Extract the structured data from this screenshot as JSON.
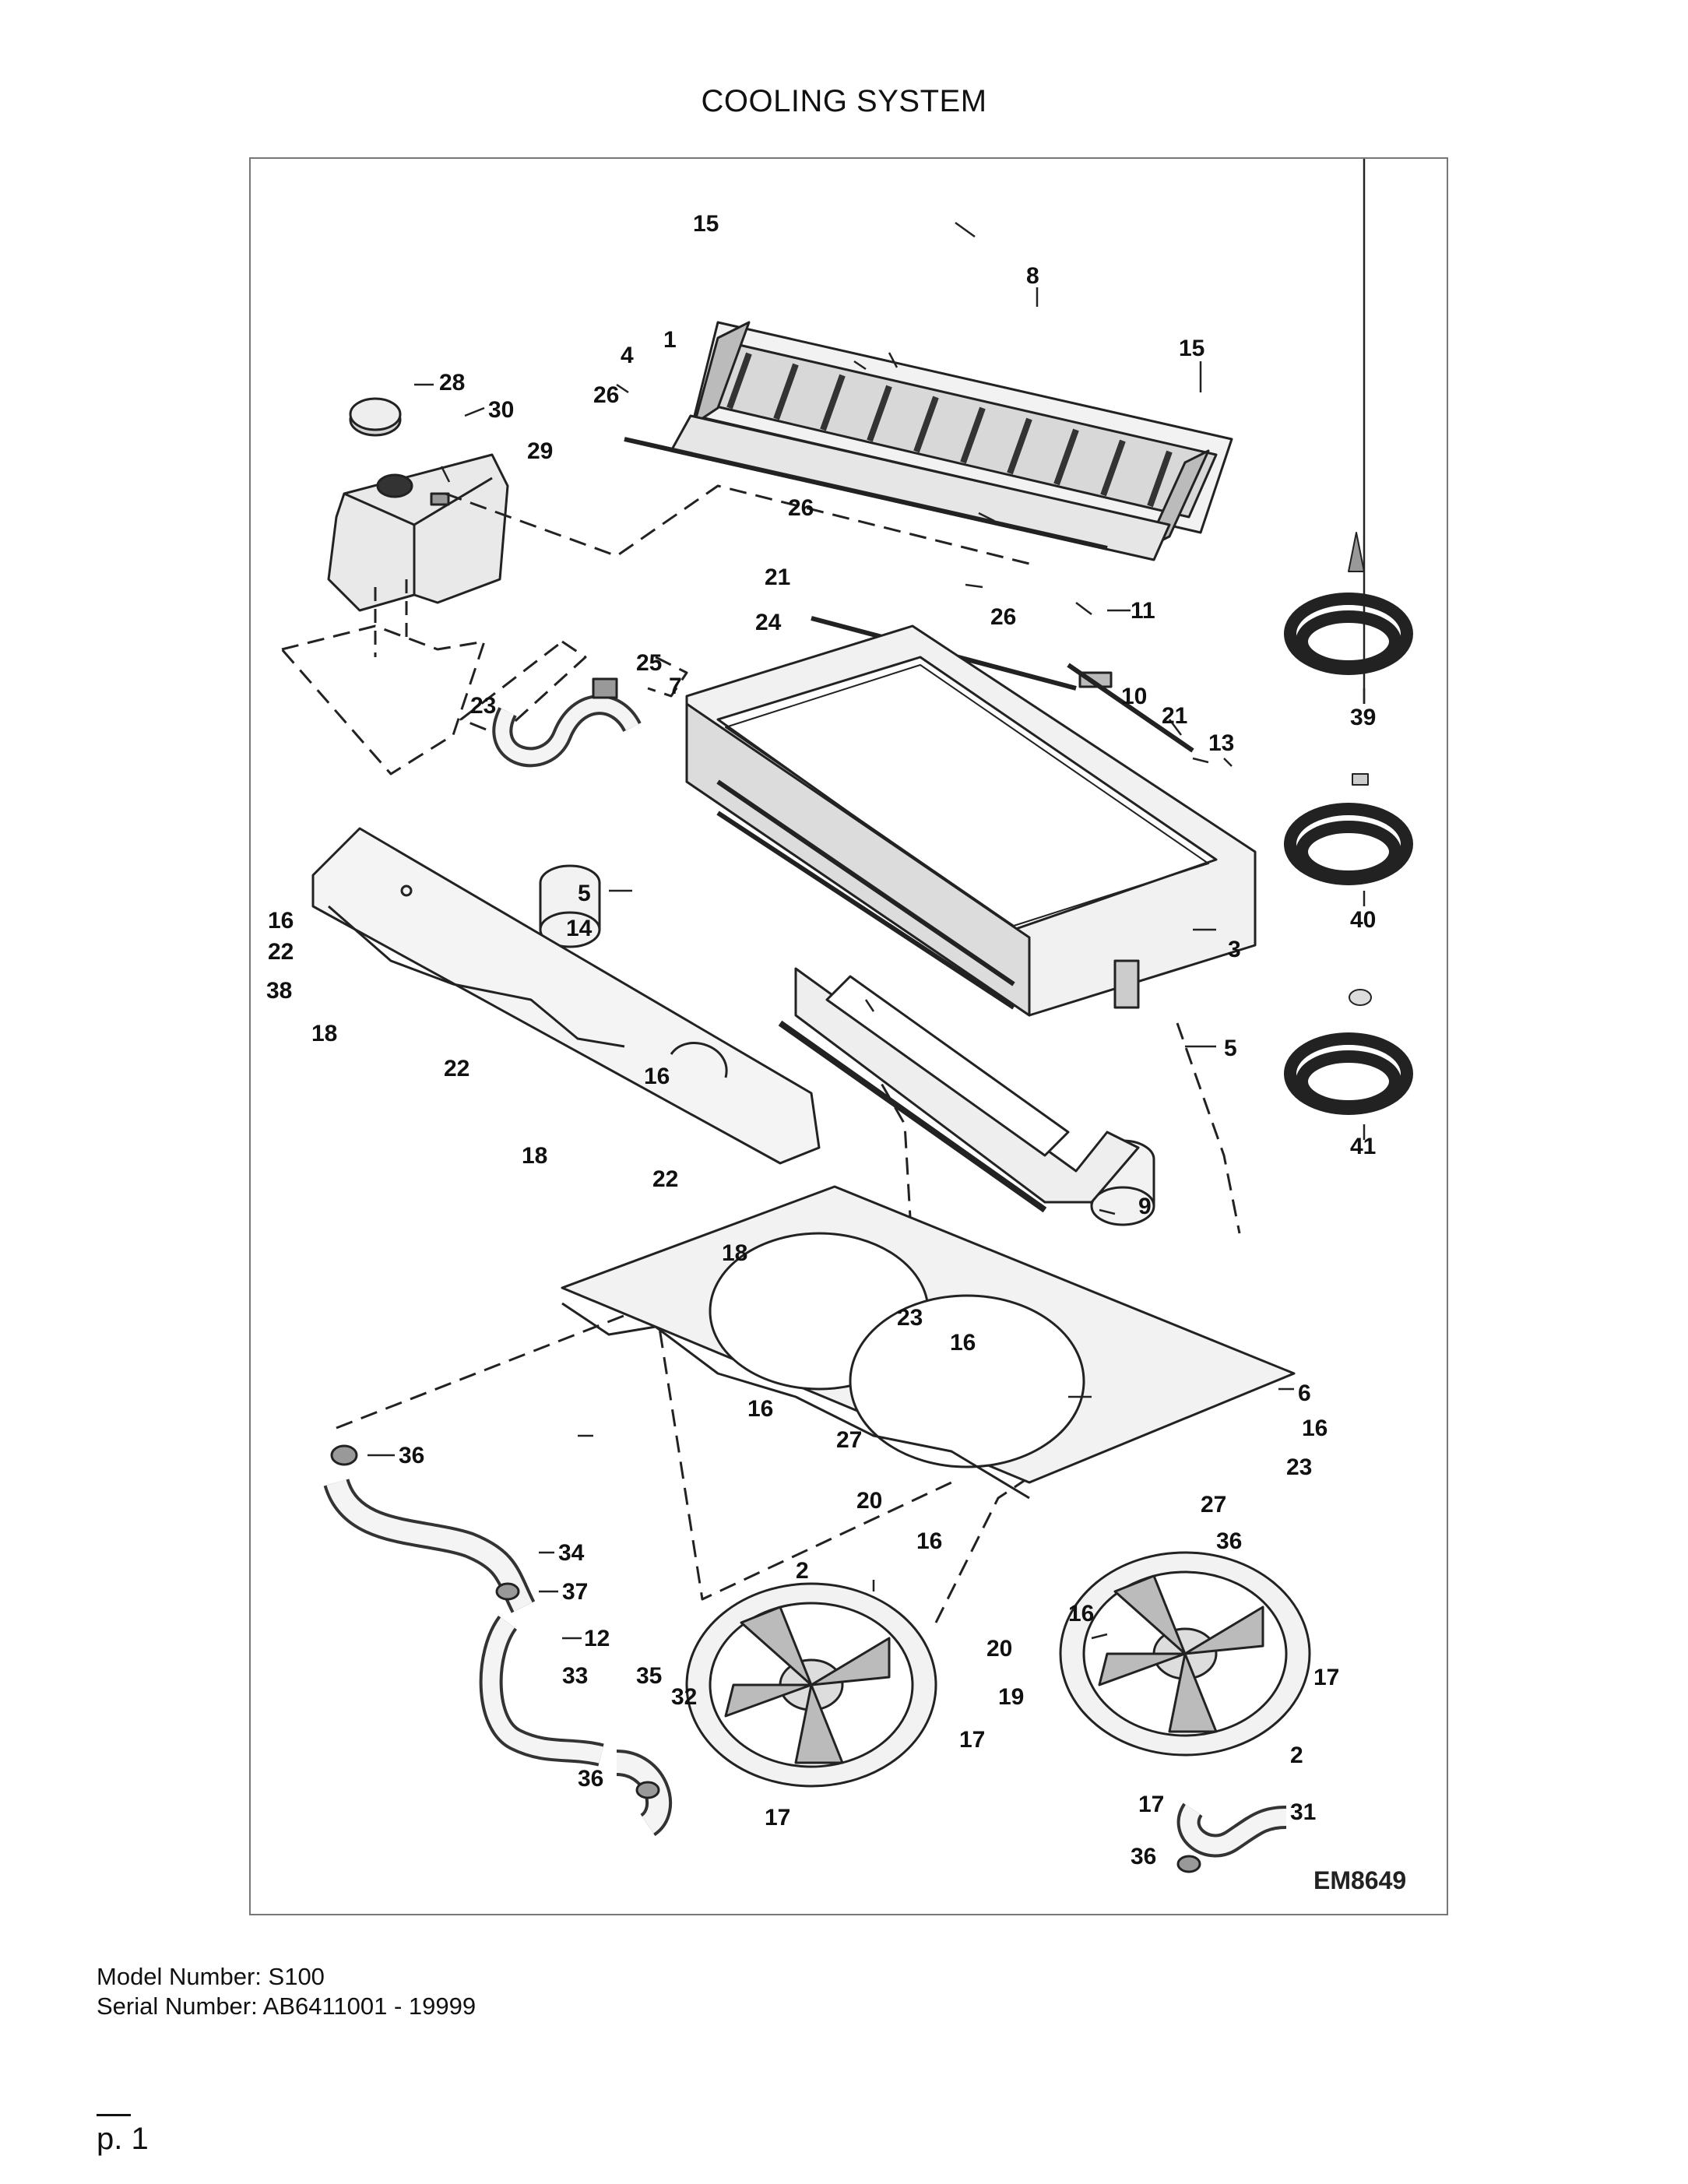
{
  "header": {
    "title": "COOLING SYSTEM"
  },
  "diagram": {
    "code": "EM8649",
    "callouts": [
      "1",
      "2",
      "3",
      "4",
      "5",
      "6",
      "7",
      "8",
      "9",
      "10",
      "11",
      "12",
      "13",
      "14",
      "15",
      "16",
      "17",
      "18",
      "19",
      "20",
      "21",
      "22",
      "23",
      "24",
      "25",
      "26",
      "27",
      "28",
      "29",
      "30",
      "31",
      "32",
      "33",
      "34",
      "35",
      "36",
      "37",
      "38",
      "39",
      "40",
      "41"
    ]
  },
  "footer": {
    "model": "Model Number: S100",
    "serial": "Serial Number: AB6411001 - 19999",
    "page": "p. 1"
  }
}
